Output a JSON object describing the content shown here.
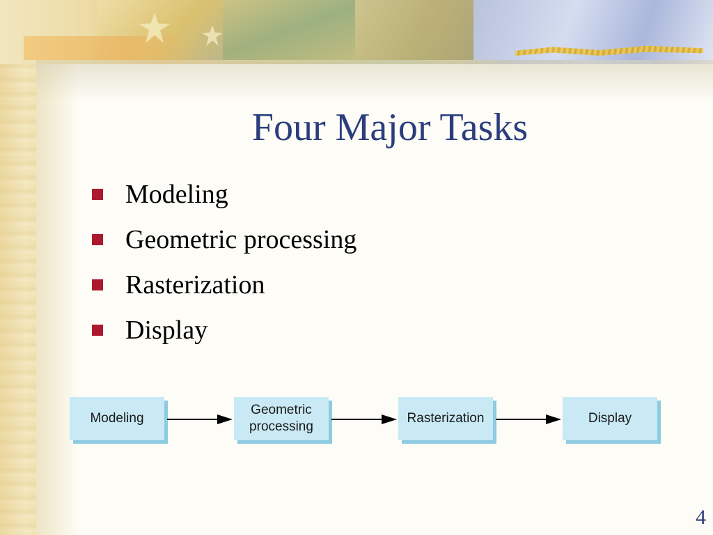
{
  "slide": {
    "title": "Four Major Tasks",
    "bullets": [
      "Modeling",
      "Geometric processing",
      "Rasterization",
      "Display"
    ],
    "page_number": "4"
  },
  "diagram": {
    "boxes": [
      {
        "line1": "Modeling",
        "line2": ""
      },
      {
        "line1": "Geometric",
        "line2": "processing"
      },
      {
        "line1": "Rasterization",
        "line2": ""
      },
      {
        "line1": "Display",
        "line2": ""
      }
    ],
    "colors": {
      "box_fill": "#c9e9f4",
      "box_shadow": "#8ccbe0",
      "arrow": "#000000"
    }
  },
  "theme": {
    "title_color": "#2b3d7e",
    "bullet_color": "#aa1a2c"
  }
}
